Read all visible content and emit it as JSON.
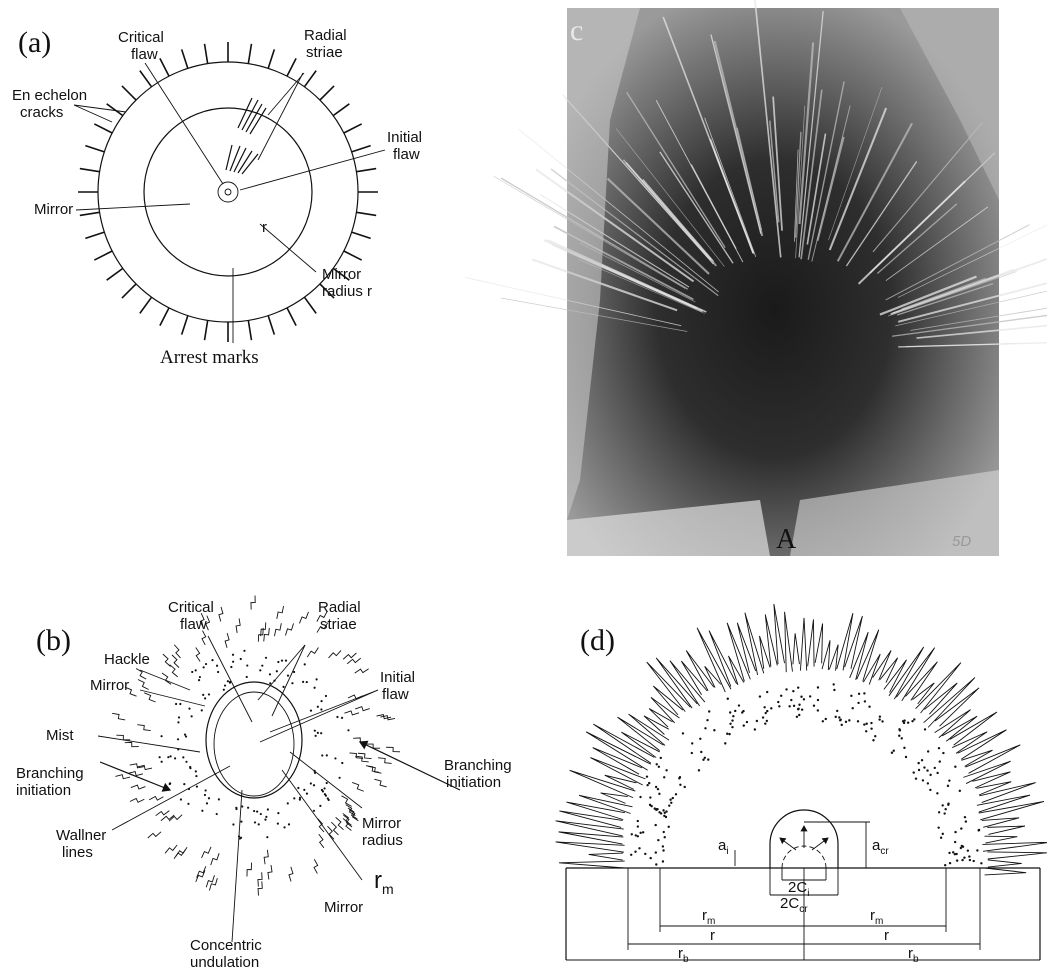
{
  "panels": {
    "a": {
      "tag": "(a)",
      "labels": {
        "critical_flaw_1": "Critical",
        "critical_flaw_2": "flaw",
        "radial_striae_1": "Radial",
        "radial_striae_2": "striae",
        "en_echelon_1": "En echelon",
        "en_echelon_2": "cracks",
        "initial_flaw_1": "Initial",
        "initial_flaw_2": "flaw",
        "mirror": "Mirror",
        "r": "r",
        "mirror_radius_1": "Mirror",
        "mirror_radius_2": "radius r",
        "arrest_marks": "Arrest marks"
      }
    },
    "b": {
      "tag": "(b)",
      "labels": {
        "critical_flaw_1": "Critical",
        "critical_flaw_2": "flaw",
        "radial_striae_1": "Radial",
        "radial_striae_2": "striae",
        "hackle": "Hackle",
        "mirror_top": "Mirror",
        "initial_flaw_1": "Initial",
        "initial_flaw_2": "flaw",
        "mist": "Mist",
        "branching_left_1": "Branching",
        "branching_left_2": "initiation",
        "branching_right_1": "Branching",
        "branching_right_2": "initiation",
        "wallner_1": "Wallner",
        "wallner_2": "lines",
        "mirror_radius_1": "Mirror",
        "mirror_radius_2": "radius",
        "rm": "r",
        "rm_sub": "m",
        "mirror_bottom": "Mirror",
        "concentric_1": "Concentric",
        "concentric_2": "undulation"
      }
    },
    "c": {
      "tag": "c",
      "labels": {
        "A": "A",
        "corner": "5D"
      }
    },
    "d": {
      "tag": "(d)",
      "labels": {
        "ai": "a",
        "ai_sub": "i",
        "acr": "a",
        "acr_sub": "cr",
        "two_ci": "2C",
        "two_ci_sub": "i",
        "two_ccr": "2C",
        "two_ccr_sub": "cr",
        "rm_left": "r",
        "rm_left_sub": "m",
        "rm_right": "r",
        "rm_right_sub": "m",
        "r_left": "r",
        "r_right": "r",
        "rb_left": "r",
        "rb_left_sub": "b",
        "rb_right": "r",
        "rb_right_sub": "b"
      }
    }
  }
}
